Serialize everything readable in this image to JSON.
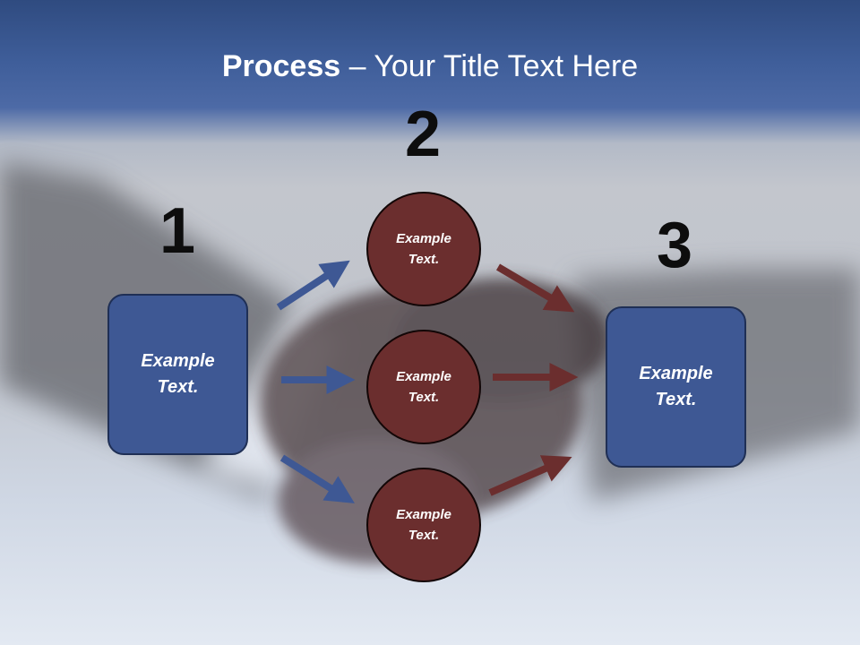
{
  "title": {
    "bold": "Process",
    "rest": " – Your Title Text Here"
  },
  "steps": [
    {
      "number": "1",
      "line1": "Example",
      "line2": "Text."
    },
    {
      "number": "2"
    },
    {
      "number": "3",
      "line1": "Example",
      "line2": "Text."
    }
  ],
  "circles": [
    {
      "line1": "Example",
      "line2": "Text."
    },
    {
      "line1": "Example",
      "line2": "Text."
    },
    {
      "line1": "Example",
      "line2": "Text."
    }
  ],
  "colors": {
    "box_fill": "#3e5894",
    "circle_fill": "#6b2e2e",
    "arrow_blue": "#3e5894",
    "arrow_red": "#6b2e2e"
  }
}
